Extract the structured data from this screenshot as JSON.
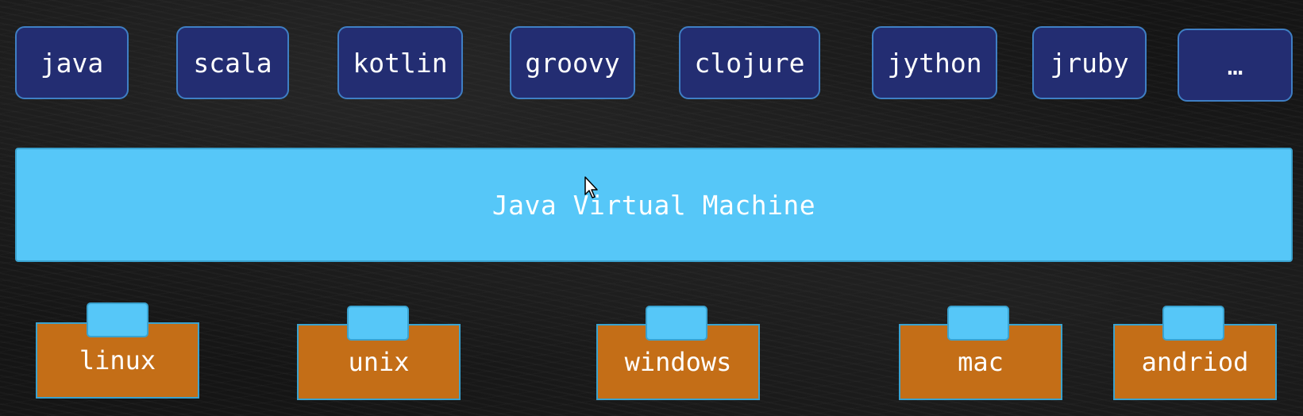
{
  "languages": [
    "java",
    "scala",
    "kotlin",
    "groovy",
    "clojure",
    "jython",
    "jruby",
    "…"
  ],
  "jvm": {
    "label": "Java Virtual Machine"
  },
  "platforms": [
    "linux",
    "unix",
    "windows",
    "mac",
    "andriod"
  ],
  "colors": {
    "language_box": "#232d72",
    "language_border": "#3f7fc4",
    "jvm_box": "#56c7f8",
    "platform_box": "#c46e17",
    "connector_tab": "#56c7f8",
    "background": "#151515"
  },
  "icons": {
    "pointer": "mouse-pointer-icon"
  }
}
